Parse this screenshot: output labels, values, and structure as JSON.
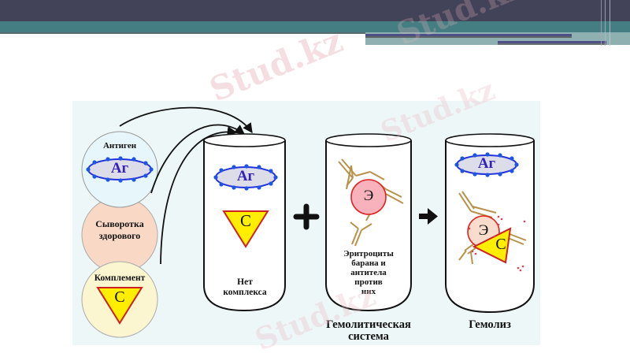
{
  "slide": {
    "header_colors": {
      "dark": "#424358",
      "teal": "#457e82",
      "accent": "#4d4f86"
    },
    "watermark": "Stud.kz"
  },
  "diagram": {
    "reagents": [
      {
        "id": "antigen",
        "title": "Антиген",
        "symbol": "Аг",
        "fill": "#e6f6fa"
      },
      {
        "id": "serum",
        "title": "Сыворотка здорового",
        "title_lines": [
          "Сыворотка",
          "здорового"
        ],
        "fill": "#f9d9c6"
      },
      {
        "id": "complement",
        "title": "Комплемент",
        "symbol": "С",
        "fill": "#fbf5d0"
      }
    ],
    "tubes": [
      {
        "id": "tube-1",
        "contents": [
          "Аг",
          "С"
        ],
        "caption_lines": [
          "Нет",
          "комплекса"
        ]
      },
      {
        "id": "tube-2",
        "contents": [
          "Э"
        ],
        "caption_lines": [
          "Эритроциты",
          "барана и",
          "антитела",
          "против",
          "них"
        ],
        "below_label_lines": [
          "Гемолитическая",
          "система"
        ]
      },
      {
        "id": "tube-3",
        "contents": [
          "Аг",
          "Э",
          "С"
        ],
        "below_label_lines": [
          "Гемолиз"
        ]
      }
    ],
    "operators": {
      "plus": "+",
      "arrow": "→"
    },
    "symbols": {
      "antigen": "Аг",
      "complement": "С",
      "erythrocyte": "Э"
    },
    "colors": {
      "antigen_ring": "#2233dd",
      "antigen_text": "#3322bb",
      "complement_fill": "#ffee00",
      "complement_border": "#cc2222",
      "erythrocyte_fill": "#f7b2bc",
      "erythrocyte_border": "#e02020",
      "antibody": "#b8924a"
    }
  }
}
